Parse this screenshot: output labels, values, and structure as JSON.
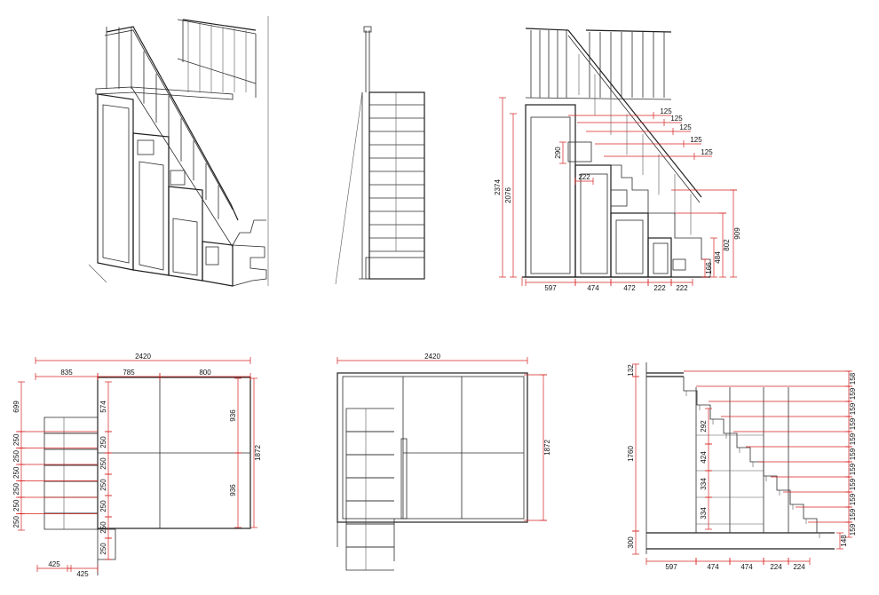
{
  "views": {
    "front_elevation": {
      "risers": [
        "125",
        "125",
        "125",
        "125",
        "125"
      ],
      "bottom": [
        "597",
        "474",
        "472",
        "222",
        "222"
      ],
      "left": [
        "2374",
        "2076"
      ],
      "inner": [
        "290",
        "222"
      ],
      "right": [
        "909",
        "802",
        "484",
        "166"
      ]
    },
    "plan_left": {
      "top_total": "2420",
      "top": [
        "835",
        "785",
        "800"
      ],
      "left": [
        "699",
        "250",
        "250",
        "250",
        "250",
        "250",
        "250"
      ],
      "inner": [
        "574",
        "250",
        "250",
        "250",
        "250",
        "250",
        "250"
      ],
      "right_half": [
        "936",
        "936"
      ],
      "right_total": "1872",
      "bottom": [
        "425",
        "425"
      ]
    },
    "plan_middle": {
      "top_total": "2420",
      "right_total": "1872"
    },
    "section_right": {
      "left": [
        "132",
        "1760",
        "300"
      ],
      "inner": [
        "292",
        "424",
        "334",
        "334"
      ],
      "steps": [
        "158",
        "159",
        "159",
        "159",
        "159",
        "159",
        "159",
        "159",
        "159",
        "159",
        "159"
      ],
      "step_small": "148",
      "bottom": [
        "597",
        "474",
        "474",
        "224",
        "224"
      ]
    }
  },
  "colors": {
    "line": "#2b2b2b",
    "dimension": "#d62020"
  }
}
